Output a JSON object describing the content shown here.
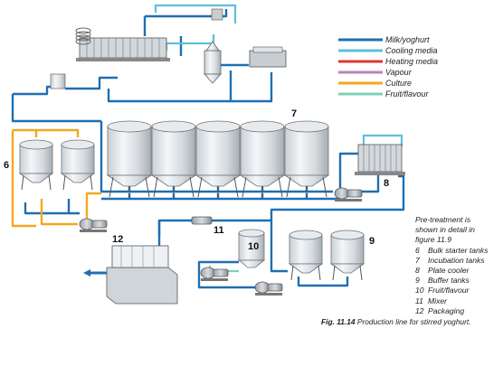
{
  "legend": [
    {
      "label": "Milk/yoghurt",
      "color": "#1f6fb2"
    },
    {
      "label": "Cooling media",
      "color": "#5fc0d8"
    },
    {
      "label": "Heating media",
      "color": "#e2362f"
    },
    {
      "label": "Vapour",
      "color": "#b587b9"
    },
    {
      "label": "Culture",
      "color": "#f2a81d"
    },
    {
      "label": "Fruit/flavour",
      "color": "#7fd0b8"
    }
  ],
  "numbers": {
    "n6": "6",
    "n7": "7",
    "n8": "8",
    "n9": "9",
    "n10": "10",
    "n11": "11",
    "n12": "12"
  },
  "note": {
    "intro": [
      "Pre-treatment is",
      "shown in detail in",
      "figure 11.9"
    ],
    "items": [
      {
        "key": "6",
        "label": "Bulk starter tanks"
      },
      {
        "key": "7",
        "label": "Incubation tanks"
      },
      {
        "key": "8",
        "label": "Plate cooler"
      },
      {
        "key": "9",
        "label": "Buffer tanks"
      },
      {
        "key": "10",
        "label": "Fruit/flavour"
      },
      {
        "key": "11",
        "label": "Mixer"
      },
      {
        "key": "12",
        "label": "Packaging"
      }
    ]
  },
  "caption": {
    "fig": "Fig. 11.14",
    "text": "Production line for stirred yoghurt."
  }
}
